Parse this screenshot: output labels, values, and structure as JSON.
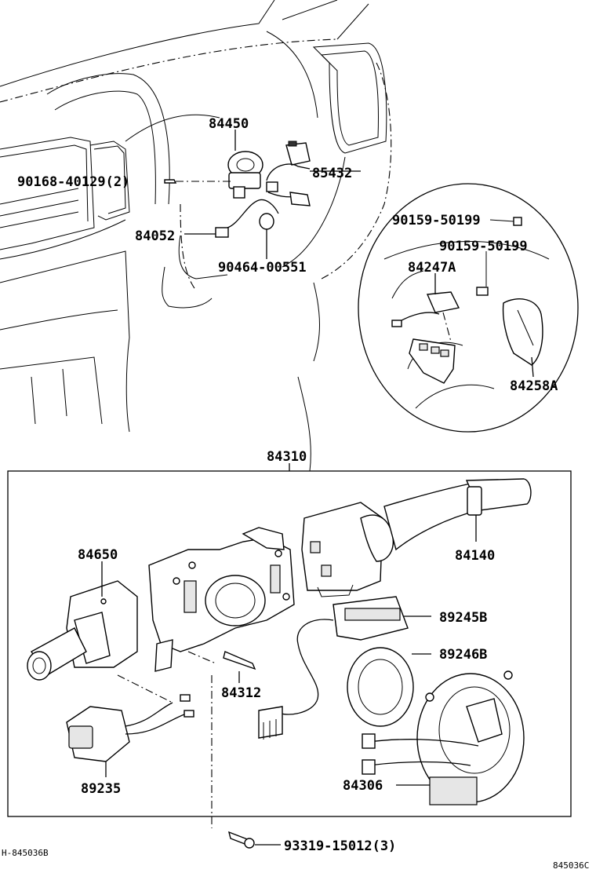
{
  "labels": {
    "p84450": "84450",
    "p90168": "90168-40129(2)",
    "p85432": "85432",
    "p84052": "84052",
    "p90464": "90464-00551",
    "p90159a": "90159-50199",
    "p90159b": "90159-50199",
    "p84247A": "84247A",
    "p84258A": "84258A",
    "p84310": "84310",
    "p84650": "84650",
    "p84140": "84140",
    "p89245B": "89245B",
    "p89246B": "89246B",
    "p84312": "84312",
    "p89235": "89235",
    "p84306": "84306",
    "p93319": "93319-15012(3)"
  },
  "footer": {
    "left_code": "H-845036B",
    "right_code": "845036C"
  }
}
